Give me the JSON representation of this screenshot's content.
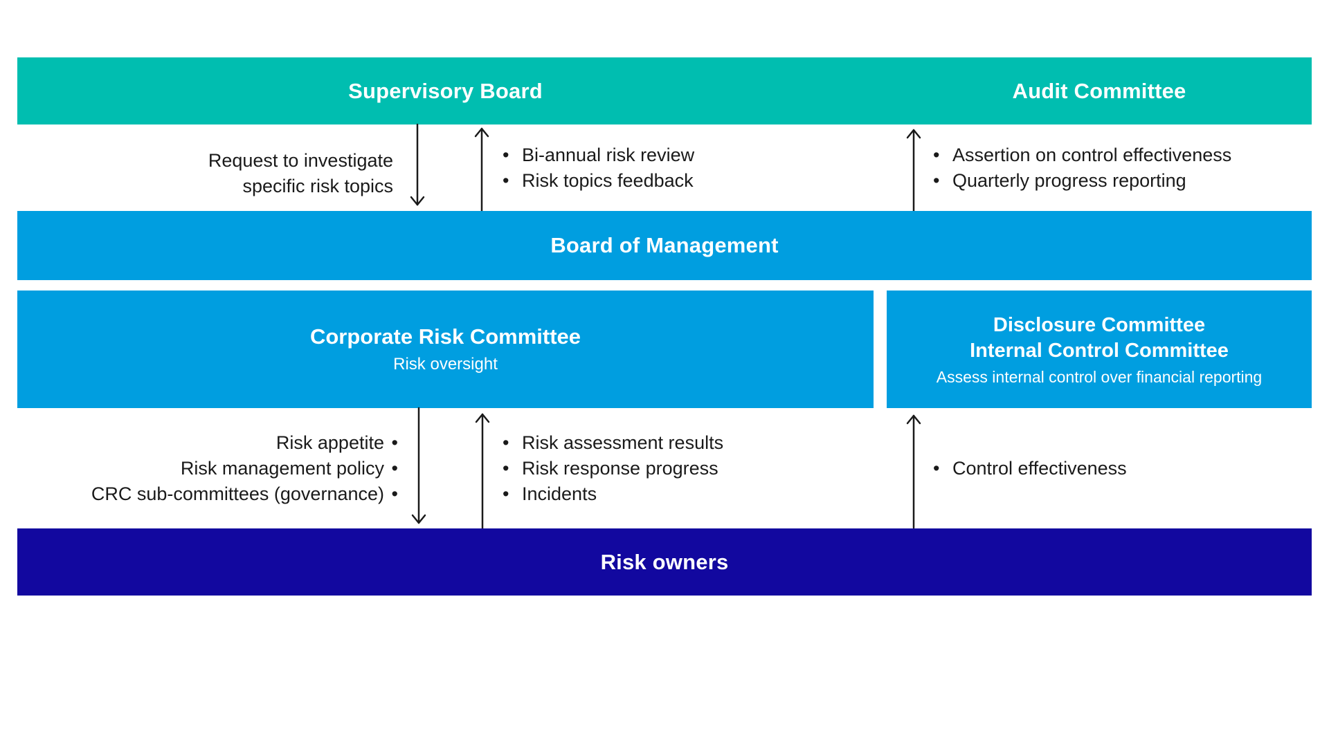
{
  "ui": {
    "bullet": "•"
  },
  "colors": {
    "teal": "#00BEB0",
    "blue": "#009EE0",
    "navy": "#12089F",
    "ink": "#1A1A1A"
  },
  "top_bar": {
    "supervisory": "Supervisory Board",
    "audit": "Audit Committee"
  },
  "board_bar": {
    "title": "Board of Management"
  },
  "bottom_bar": {
    "title": "Risk owners"
  },
  "committees": {
    "crc": {
      "title": "Corporate Risk Committee",
      "subtitle": "Risk oversight"
    },
    "disclosure": {
      "line1": "Disclosure Committee",
      "line2": "Internal Control Committee",
      "subtitle": "Assess internal control over financial reporting"
    }
  },
  "flows_top": {
    "request": {
      "line1": "Request to investigate",
      "line2": "specific risk topics"
    },
    "review_bullets": [
      "Bi-annual risk review",
      "Risk topics feedback"
    ],
    "audit_bullets": [
      "Assertion on control effectiveness",
      "Quarterly progress reporting"
    ]
  },
  "flows_bottom": {
    "governance_bullets": [
      "Risk appetite",
      "Risk management policy",
      "CRC sub-committees (governance)"
    ],
    "reporting_bullets": [
      "Risk assessment results",
      "Risk response progress",
      "Incidents"
    ],
    "control_bullets": [
      "Control effectiveness"
    ]
  }
}
